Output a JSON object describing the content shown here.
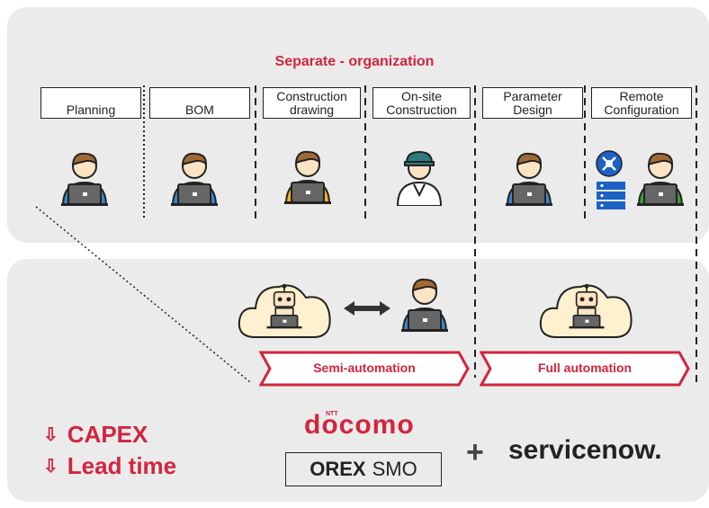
{
  "title": "Separate - organization",
  "stages": [
    {
      "label": "Planning"
    },
    {
      "label": "BOM"
    },
    {
      "label": "Construction\ndrawing"
    },
    {
      "label": "On-site\nConstruction"
    },
    {
      "label": "Parameter\nDesign"
    },
    {
      "label": "Remote\nConfiguration"
    }
  ],
  "automation": {
    "semi_label": "Semi-automation",
    "full_label": "Full automation"
  },
  "metrics": [
    {
      "arrow": "⇩",
      "label": "CAPEX"
    },
    {
      "arrow": "⇩",
      "label": "Lead time"
    }
  ],
  "partners": {
    "docomo_ntt": "NTT",
    "docomo": "docomo",
    "orex": "OREX",
    "smo": "SMO",
    "plus": "+",
    "servicenow": "servicenow."
  },
  "colors": {
    "accent": "#d1253f",
    "panel": "#ebebeb",
    "worker_blue": "#3a87c7",
    "worker_yellow": "#f2b21b",
    "worker_green": "#3e9d3a",
    "network_blue": "#1c62c4",
    "skin": "#fbe3c3",
    "hair": "#a06a35",
    "cloud": "#fff1cf"
  }
}
